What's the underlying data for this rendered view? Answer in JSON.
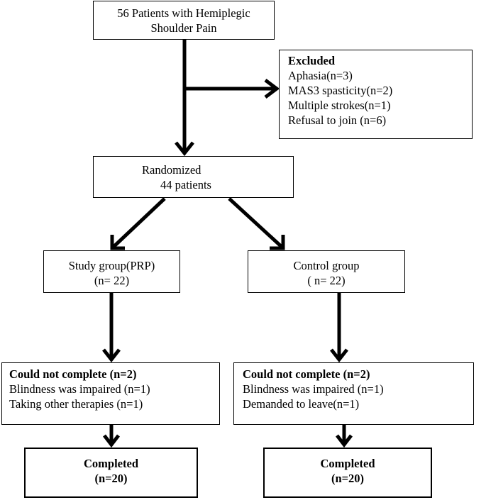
{
  "start": {
    "line1": "56 Patients with Hemiplegic",
    "line2": "Shoulder Pain"
  },
  "excluded": {
    "title": "Excluded",
    "items": [
      "Aphasia(n=3)",
      "MAS3 spasticity(n=2)",
      "Multiple strokes(n=1)",
      "Refusal to join (n=6)"
    ]
  },
  "randomized": {
    "line1": "Randomized",
    "line2": "44 patients"
  },
  "study_group": {
    "line1": "Study group(PRP)",
    "line2": "(n= 22)"
  },
  "control_group": {
    "line1": "Control group",
    "line2": "( n= 22)"
  },
  "study_incomplete": {
    "title": "Could not complete (n=2)",
    "items": [
      "Blindness was impaired (n=1)",
      "Taking other therapies (n=1)"
    ]
  },
  "control_incomplete": {
    "title": "Could not complete (n=2)",
    "items": [
      "Blindness was impaired (n=1)",
      "Demanded to leave(n=1)"
    ]
  },
  "study_completed": {
    "line1": "Completed",
    "line2": "(n=20)"
  },
  "control_completed": {
    "line1": "Completed",
    "line2": "(n=20)"
  }
}
